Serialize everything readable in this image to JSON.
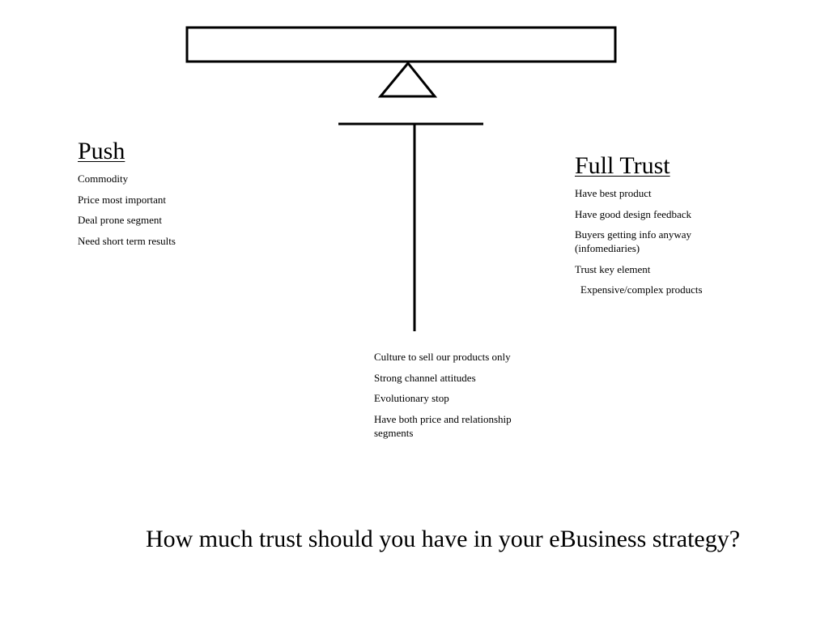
{
  "push": {
    "heading": "Push",
    "items": [
      "Commodity",
      "Price most important",
      "Deal prone segment",
      "Need short term results"
    ]
  },
  "full_trust": {
    "heading": "Full Trust",
    "items": [
      "Have best product",
      "Have good design feedback",
      "Buyers getting info anyway (infomediaries)",
      "Trust key element",
      "Expensive/complex products"
    ]
  },
  "middle": {
    "items": [
      "Culture to sell our products only",
      "Strong channel attitudes",
      "Evolutionary stop",
      "Have both price and relationship segments"
    ]
  },
  "question": "How much trust should you have in your eBusiness strategy?",
  "colors": {
    "background": "#ffffff",
    "stroke": "#000000",
    "text": "#000000"
  }
}
